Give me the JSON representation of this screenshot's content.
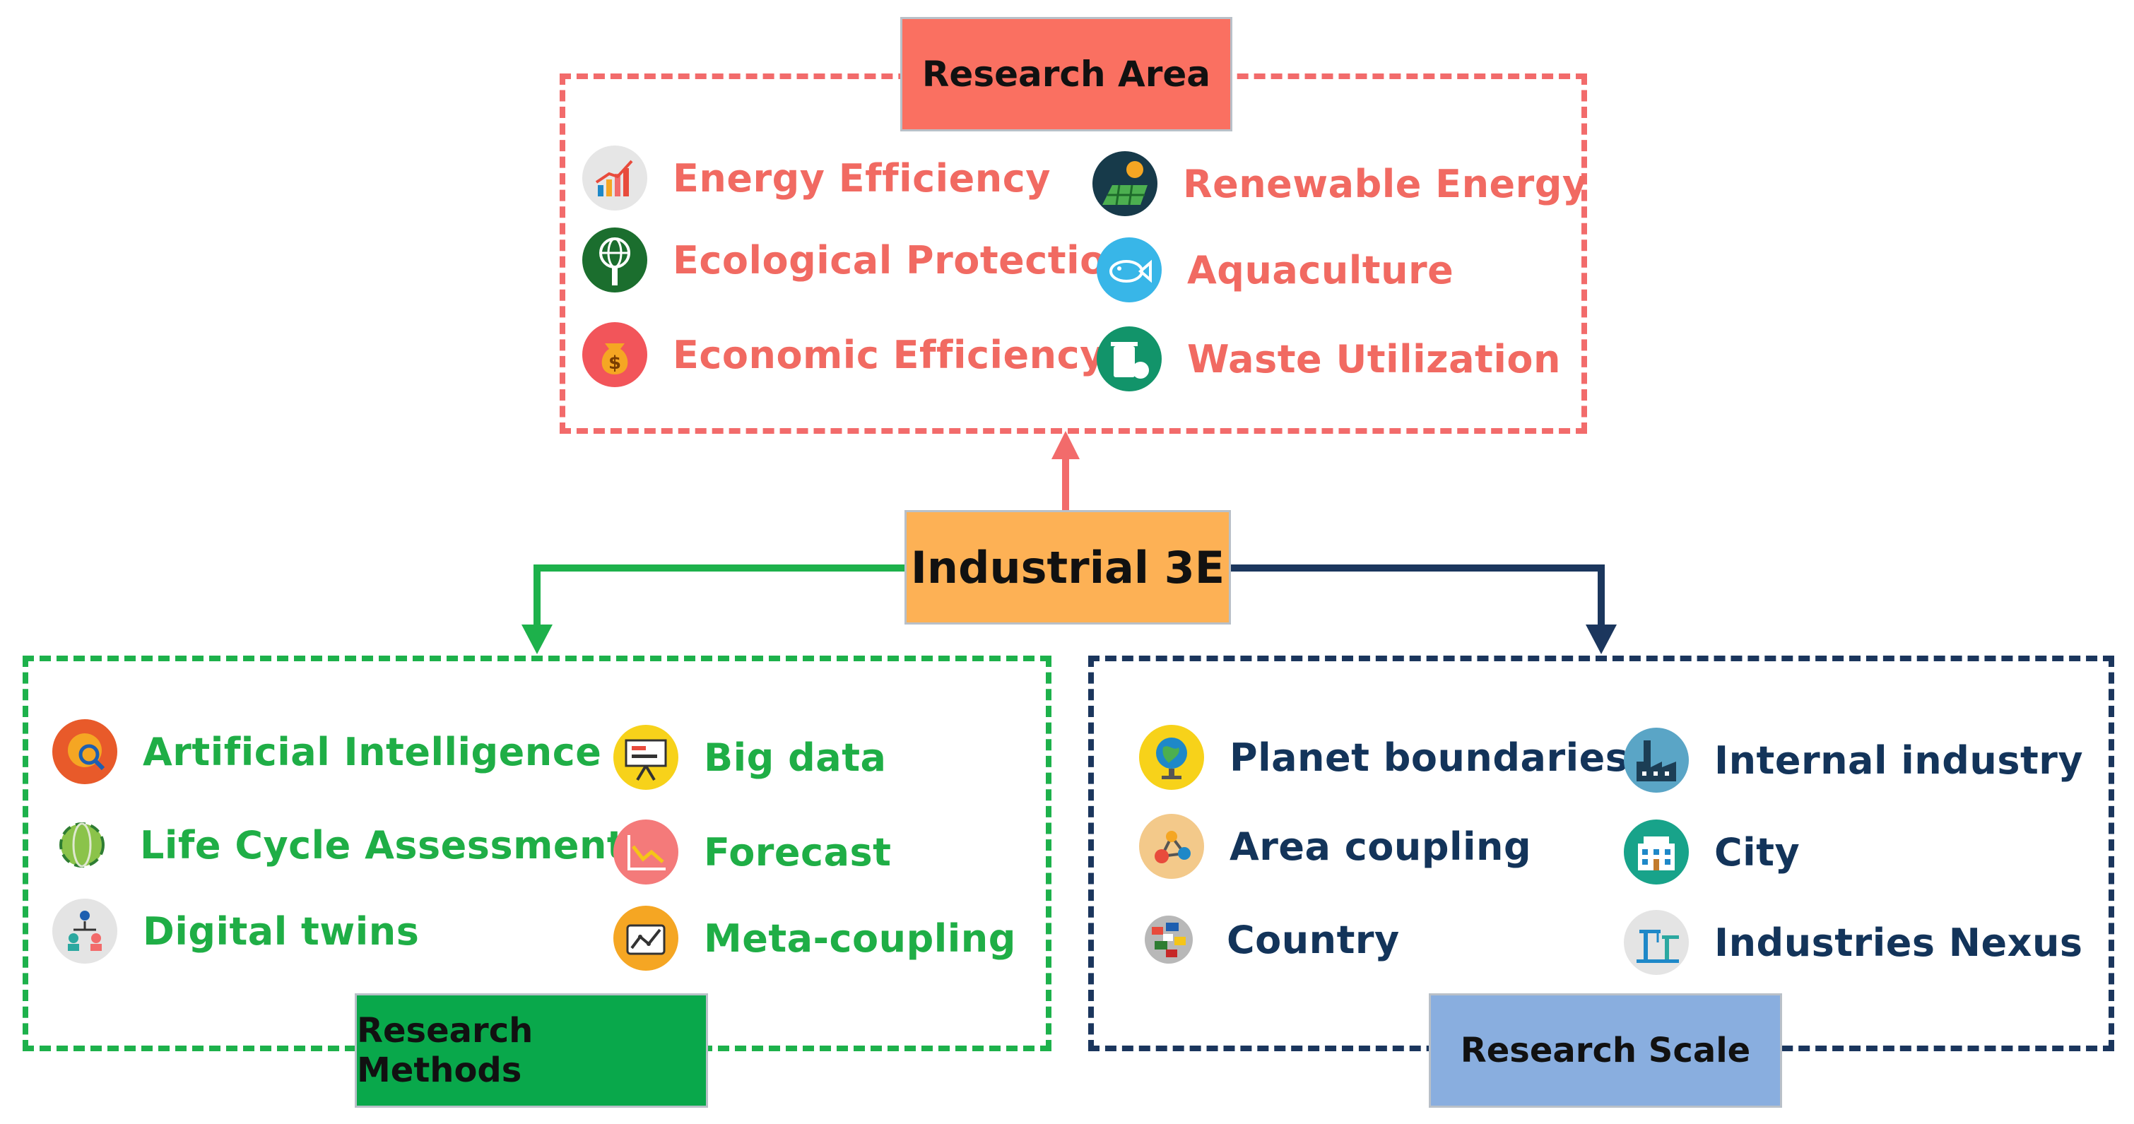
{
  "center": {
    "label": "Industrial 3E"
  },
  "research_area": {
    "title": "Research Area",
    "items": [
      {
        "label": "Energy Efficiency",
        "icon": "bar-chart-icon"
      },
      {
        "label": "Renewable Energy",
        "icon": "solar-panel-icon"
      },
      {
        "label": "Ecological Protection",
        "icon": "globe-tree-icon"
      },
      {
        "label": "Aquaculture",
        "icon": "fish-icon"
      },
      {
        "label": "Economic Efficiency",
        "icon": "money-bag-icon"
      },
      {
        "label": "Waste Utilization",
        "icon": "waste-bin-icon"
      }
    ]
  },
  "research_methods": {
    "title": "Research Methods",
    "items": [
      {
        "label": "Artificial Intelligence",
        "icon": "ai-search-icon"
      },
      {
        "label": "Big data",
        "icon": "presentation-board-icon"
      },
      {
        "label": "Life Cycle Assessment",
        "icon": "recycle-globe-icon"
      },
      {
        "label": "Forecast",
        "icon": "trend-chart-icon"
      },
      {
        "label": "Digital twins",
        "icon": "network-people-icon"
      },
      {
        "label": "Meta-coupling",
        "icon": "coupling-chart-icon"
      }
    ]
  },
  "research_scale": {
    "title": "Research Scale",
    "items": [
      {
        "label": "Planet boundaries",
        "icon": "globe-stand-icon"
      },
      {
        "label": "Internal industry",
        "icon": "factory-icon"
      },
      {
        "label": "Area coupling",
        "icon": "molecule-icon"
      },
      {
        "label": "City",
        "icon": "building-icon"
      },
      {
        "label": "Country",
        "icon": "flags-icon"
      },
      {
        "label": "Industries Nexus",
        "icon": "cranes-icon"
      }
    ]
  },
  "colors": {
    "area": "#f16a62",
    "methods": "#1fae46",
    "scale": "#13345a",
    "center_fill": "#fdb155",
    "area_title_fill": "#fa7061",
    "methods_title_fill": "#09a84b",
    "scale_title_fill": "#89aedf"
  }
}
